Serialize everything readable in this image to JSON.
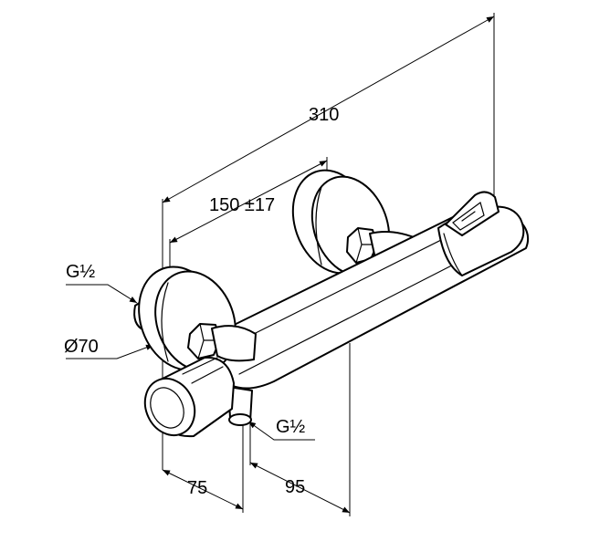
{
  "drawing": {
    "subject": "thermostatic shower mixer",
    "dimensions": {
      "overall_length": "310",
      "connection_spacing": "150 ±17",
      "inlet_thread": "G½",
      "escutcheon_diameter": "Ø70",
      "outlet_thread": "G½",
      "wall_projection_body": "75",
      "outlet_offset": "95"
    }
  }
}
